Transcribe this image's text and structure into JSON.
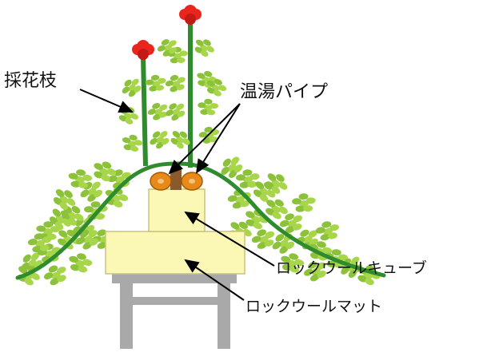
{
  "labels": {
    "flower_stem": "採花枝",
    "hot_water_pipe": "温湯パイプ",
    "rockwool_cube": "ロックウールキューブ",
    "rockwool_mat": "ロックウールマット"
  },
  "colors": {
    "stem": "#2e8b2e",
    "leaf": "#a8d64a",
    "leaf_dark": "#8cc23a",
    "flower": "#e8261e",
    "pipe": "#e88a1a",
    "cube": "#fbf7b5",
    "mat": "#fbf7b5",
    "stand": "#a9a9a9",
    "line": "#000000"
  }
}
